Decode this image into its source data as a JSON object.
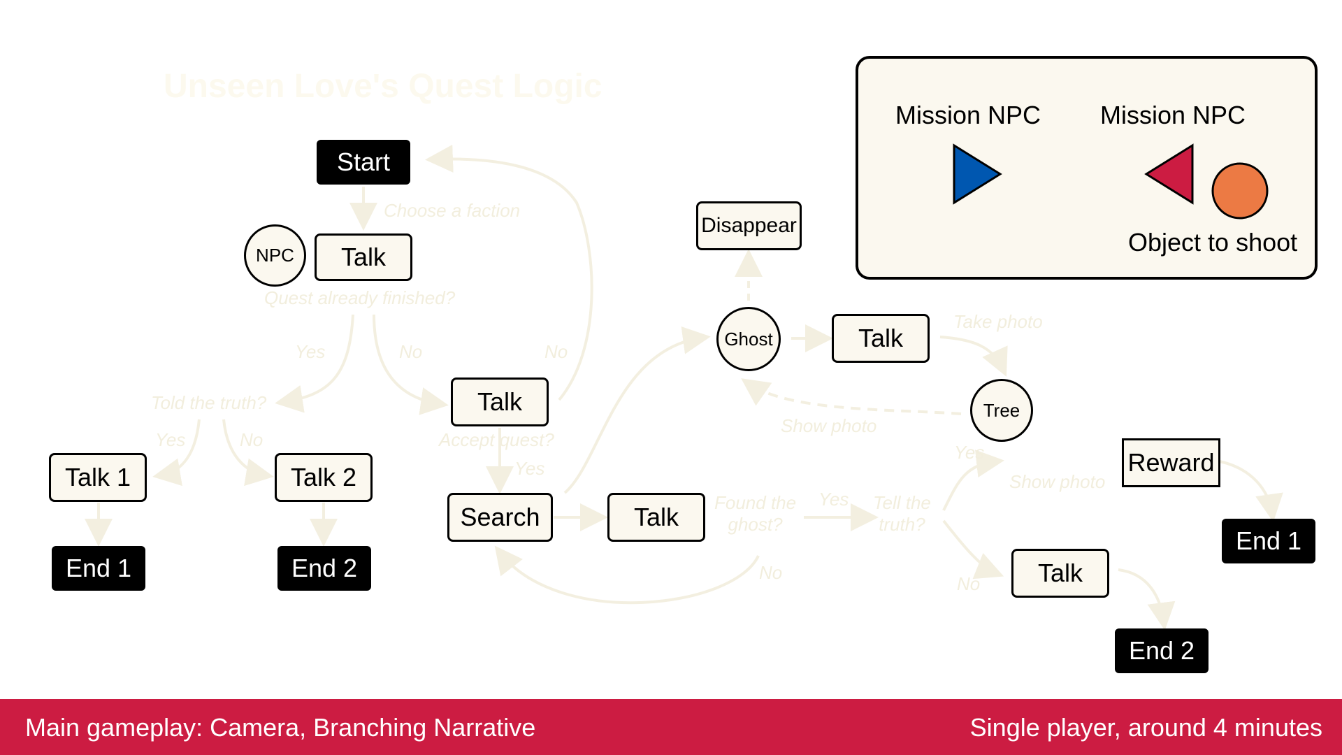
{
  "title": "Unseen Love's Quest Logic",
  "colors": {
    "footer": "#cc1c42",
    "node_fill": "#fbf8ef",
    "terminal_fill": "#000000",
    "faint_text": "#f2eedd",
    "blue_npc": "#0057b0",
    "red_npc": "#cc1c42",
    "target": "#ec7a44"
  },
  "nodes": {
    "start": "Start",
    "npc": "NPC",
    "talk_main": "Talk",
    "talk_1": "Talk 1",
    "talk_2": "Talk 2",
    "end_1_left": "End 1",
    "end_2_left": "End 2",
    "talk_accept": "Talk",
    "search": "Search",
    "talk_search": "Talk",
    "disappear": "Disappear",
    "ghost": "Ghost",
    "talk_ghost": "Talk",
    "tree": "Tree",
    "reward": "Reward",
    "talk_no": "Talk",
    "end_1_right": "End 1",
    "end_2_right": "End 2"
  },
  "edge_labels": {
    "choose_faction": "Choose a faction",
    "quest_finished": "Quest already finished?",
    "yes_1": "Yes",
    "no_1": "No",
    "no_2": "No",
    "told_truth": "Told the truth?",
    "yes_2": "Yes",
    "no_3": "No",
    "accept_quest": "Accept quest?",
    "yes_3": "Yes",
    "found_ghost_line1": "Found the",
    "found_ghost_line2": "ghost?",
    "yes_4": "Yes",
    "no_4": "No",
    "tell_truth_line1": "Tell the",
    "tell_truth_line2": "truth?",
    "take_photo": "Take photo",
    "show_photo_1": "Show photo",
    "show_photo_2": "Show photo",
    "yes_5": "Yes",
    "no_5": "No"
  },
  "legend": {
    "mission_npc_blue": "Mission NPC",
    "mission_npc_red": "Mission NPC",
    "object_to_shoot": "Object to shoot",
    "icons": [
      "triangle-right-icon",
      "triangle-left-icon",
      "circle-icon"
    ]
  },
  "footer": {
    "left": "Main gameplay: Camera, Branching Narrative",
    "right": "Single player, around 4 minutes"
  }
}
